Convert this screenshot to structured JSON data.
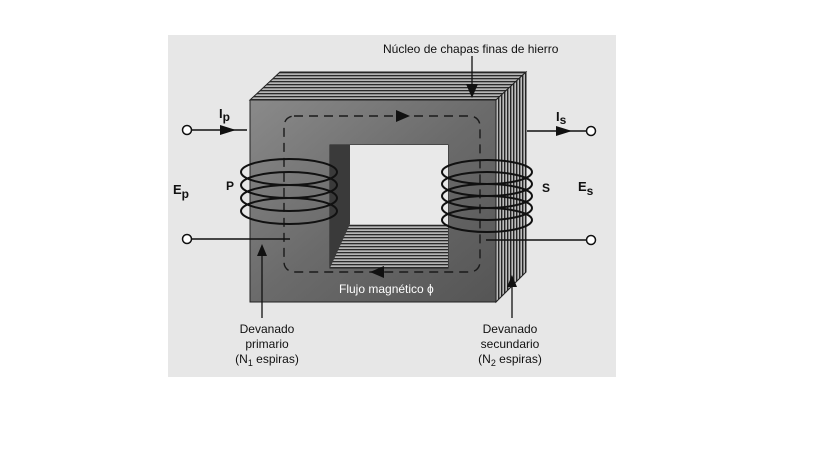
{
  "labels": {
    "core_title": "Núcleo de chapas finas de hierro",
    "ip": "I",
    "ip_sub": "p",
    "is": "I",
    "is_sub": "s",
    "ep": "E",
    "ep_sub": "p",
    "es": "E",
    "es_sub": "s",
    "p": "P",
    "s": "S",
    "flux": "Flujo magnético  ϕ",
    "primary_line1": "Devanado",
    "primary_line2": "primario",
    "primary_line3_pre": "(N",
    "primary_line3_sub": "1",
    "primary_line3_post": " espiras)",
    "secondary_line1": "Devanado",
    "secondary_line2": "secundario",
    "secondary_line3_pre": "(N",
    "secondary_line3_sub": "2",
    "secondary_line3_post": " espiras)"
  },
  "colors": {
    "panel_bg": "#e7e7e7",
    "core_face": "#6f6f6f",
    "core_dark": "#3c3c3c",
    "laminations": "#2a2a2a",
    "wire": "#111111"
  }
}
